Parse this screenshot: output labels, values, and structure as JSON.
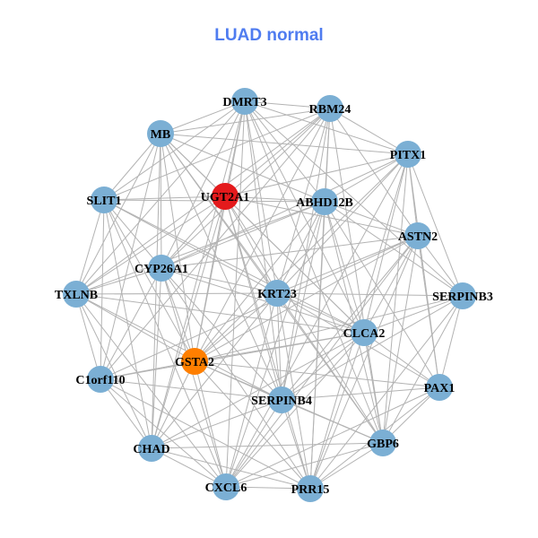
{
  "title": "LUAD normal",
  "colors": {
    "title": "#4f7cf0",
    "node": "#7bafd4",
    "highlight": "#e41a1c",
    "secondary": "#ff7f00",
    "edge": "#b3b3b3"
  },
  "nodes": [
    {
      "name": "DMRT3",
      "type": "node"
    },
    {
      "name": "RBM24",
      "type": "node"
    },
    {
      "name": "MB",
      "type": "node"
    },
    {
      "name": "PITX1",
      "type": "node"
    },
    {
      "name": "SLIT1",
      "type": "node"
    },
    {
      "name": "UGT2A1",
      "type": "highlight"
    },
    {
      "name": "ABHD12B",
      "type": "node"
    },
    {
      "name": "ASTN2",
      "type": "node"
    },
    {
      "name": "CYP26A1",
      "type": "node"
    },
    {
      "name": "TXLNB",
      "type": "node"
    },
    {
      "name": "KRT23",
      "type": "node"
    },
    {
      "name": "SERPINB3",
      "type": "node"
    },
    {
      "name": "CLCA2",
      "type": "node"
    },
    {
      "name": "GSTA2",
      "type": "secondary"
    },
    {
      "name": "C1orf110",
      "type": "node"
    },
    {
      "name": "PAX1",
      "type": "node"
    },
    {
      "name": "SERPINB4",
      "type": "node"
    },
    {
      "name": "CHAD",
      "type": "node"
    },
    {
      "name": "GBP6",
      "type": "node"
    },
    {
      "name": "CXCL6",
      "type": "node"
    },
    {
      "name": "PRR15",
      "type": "node"
    }
  ],
  "edges": [
    [
      "DMRT3",
      "RBM24"
    ],
    [
      "DMRT3",
      "MB"
    ],
    [
      "DMRT3",
      "PITX1"
    ],
    [
      "DMRT3",
      "SLIT1"
    ],
    [
      "DMRT3",
      "UGT2A1"
    ],
    [
      "DMRT3",
      "ABHD12B"
    ],
    [
      "DMRT3",
      "CYP26A1"
    ],
    [
      "DMRT3",
      "KRT23"
    ],
    [
      "DMRT3",
      "CLCA2"
    ],
    [
      "DMRT3",
      "GSTA2"
    ],
    [
      "DMRT3",
      "SERPINB4"
    ],
    [
      "DMRT3",
      "CHAD"
    ],
    [
      "DMRT3",
      "CXCL6"
    ],
    [
      "DMRT3",
      "GBP6"
    ],
    [
      "DMRT3",
      "TXLNB"
    ],
    [
      "DMRT3",
      "SERPINB3"
    ],
    [
      "RBM24",
      "MB"
    ],
    [
      "RBM24",
      "PITX1"
    ],
    [
      "RBM24",
      "UGT2A1"
    ],
    [
      "RBM24",
      "ABHD12B"
    ],
    [
      "RBM24",
      "ASTN2"
    ],
    [
      "RBM24",
      "CYP26A1"
    ],
    [
      "RBM24",
      "KRT23"
    ],
    [
      "RBM24",
      "GSTA2"
    ],
    [
      "RBM24",
      "C1orf110"
    ],
    [
      "RBM24",
      "SERPINB4"
    ],
    [
      "RBM24",
      "PRR15"
    ],
    [
      "RBM24",
      "GBP6"
    ],
    [
      "RBM24",
      "SLIT1"
    ],
    [
      "RBM24",
      "TXLNB"
    ],
    [
      "MB",
      "SLIT1"
    ],
    [
      "MB",
      "UGT2A1"
    ],
    [
      "MB",
      "ABHD12B"
    ],
    [
      "MB",
      "CYP26A1"
    ],
    [
      "MB",
      "TXLNB"
    ],
    [
      "MB",
      "KRT23"
    ],
    [
      "MB",
      "CLCA2"
    ],
    [
      "MB",
      "GSTA2"
    ],
    [
      "MB",
      "C1orf110"
    ],
    [
      "MB",
      "SERPINB4"
    ],
    [
      "MB",
      "CHAD"
    ],
    [
      "MB",
      "PITX1"
    ],
    [
      "MB",
      "GBP6"
    ],
    [
      "PITX1",
      "ABHD12B"
    ],
    [
      "PITX1",
      "ASTN2"
    ],
    [
      "PITX1",
      "SERPINB3"
    ],
    [
      "PITX1",
      "KRT23"
    ],
    [
      "PITX1",
      "CLCA2"
    ],
    [
      "PITX1",
      "GSTA2"
    ],
    [
      "PITX1",
      "PAX1"
    ],
    [
      "PITX1",
      "GBP6"
    ],
    [
      "PITX1",
      "UGT2A1"
    ],
    [
      "PITX1",
      "CXCL6"
    ],
    [
      "PITX1",
      "CYP26A1"
    ],
    [
      "PITX1",
      "PRR15"
    ],
    [
      "SLIT1",
      "UGT2A1"
    ],
    [
      "SLIT1",
      "CYP26A1"
    ],
    [
      "SLIT1",
      "TXLNB"
    ],
    [
      "SLIT1",
      "KRT23"
    ],
    [
      "SLIT1",
      "C1orf110"
    ],
    [
      "SLIT1",
      "GSTA2"
    ],
    [
      "SLIT1",
      "CHAD"
    ],
    [
      "SLIT1",
      "CLCA2"
    ],
    [
      "SLIT1",
      "ABHD12B"
    ],
    [
      "SLIT1",
      "CXCL6"
    ],
    [
      "UGT2A1",
      "ABHD12B"
    ],
    [
      "UGT2A1",
      "ASTN2"
    ],
    [
      "UGT2A1",
      "CYP26A1"
    ],
    [
      "UGT2A1",
      "KRT23"
    ],
    [
      "UGT2A1",
      "CLCA2"
    ],
    [
      "UGT2A1",
      "GSTA2"
    ],
    [
      "UGT2A1",
      "SERPINB4"
    ],
    [
      "UGT2A1",
      "GBP6"
    ],
    [
      "UGT2A1",
      "TXLNB"
    ],
    [
      "UGT2A1",
      "CHAD"
    ],
    [
      "UGT2A1",
      "PRR15"
    ],
    [
      "ABHD12B",
      "ASTN2"
    ],
    [
      "ABHD12B",
      "KRT23"
    ],
    [
      "ABHD12B",
      "CLCA2"
    ],
    [
      "ABHD12B",
      "SERPINB3"
    ],
    [
      "ABHD12B",
      "GSTA2"
    ],
    [
      "ABHD12B",
      "SERPINB4"
    ],
    [
      "ABHD12B",
      "PAX1"
    ],
    [
      "ABHD12B",
      "GBP6"
    ],
    [
      "ABHD12B",
      "CXCL6"
    ],
    [
      "ABHD12B",
      "PRR15"
    ],
    [
      "ABHD12B",
      "CYP26A1"
    ],
    [
      "ABHD12B",
      "TXLNB"
    ],
    [
      "ASTN2",
      "SERPINB3"
    ],
    [
      "ASTN2",
      "CLCA2"
    ],
    [
      "ASTN2",
      "KRT23"
    ],
    [
      "ASTN2",
      "PAX1"
    ],
    [
      "ASTN2",
      "GBP6"
    ],
    [
      "ASTN2",
      "GSTA2"
    ],
    [
      "ASTN2",
      "SERPINB4"
    ],
    [
      "ASTN2",
      "CXCL6"
    ],
    [
      "ASTN2",
      "PRR15"
    ],
    [
      "ASTN2",
      "CYP26A1"
    ],
    [
      "ASTN2",
      "C1orf110"
    ],
    [
      "CYP26A1",
      "TXLNB"
    ],
    [
      "CYP26A1",
      "KRT23"
    ],
    [
      "CYP26A1",
      "GSTA2"
    ],
    [
      "CYP26A1",
      "C1orf110"
    ],
    [
      "CYP26A1",
      "CHAD"
    ],
    [
      "CYP26A1",
      "CLCA2"
    ],
    [
      "CYP26A1",
      "SERPINB4"
    ],
    [
      "CYP26A1",
      "CXCL6"
    ],
    [
      "CYP26A1",
      "PRR15"
    ],
    [
      "TXLNB",
      "KRT23"
    ],
    [
      "TXLNB",
      "C1orf110"
    ],
    [
      "TXLNB",
      "GSTA2"
    ],
    [
      "TXLNB",
      "CHAD"
    ],
    [
      "TXLNB",
      "CLCA2"
    ],
    [
      "TXLNB",
      "CXCL6"
    ],
    [
      "TXLNB",
      "SERPINB4"
    ],
    [
      "KRT23",
      "SERPINB3"
    ],
    [
      "KRT23",
      "CLCA2"
    ],
    [
      "KRT23",
      "GSTA2"
    ],
    [
      "KRT23",
      "SERPINB4"
    ],
    [
      "KRT23",
      "GBP6"
    ],
    [
      "KRT23",
      "PRR15"
    ],
    [
      "KRT23",
      "CXCL6"
    ],
    [
      "KRT23",
      "PAX1"
    ],
    [
      "KRT23",
      "CHAD"
    ],
    [
      "SERPINB3",
      "CLCA2"
    ],
    [
      "SERPINB3",
      "PAX1"
    ],
    [
      "SERPINB3",
      "GBP6"
    ],
    [
      "SERPINB3",
      "SERPINB4"
    ],
    [
      "SERPINB3",
      "GSTA2"
    ],
    [
      "SERPINB3",
      "PRR15"
    ],
    [
      "CLCA2",
      "GSTA2"
    ],
    [
      "CLCA2",
      "PAX1"
    ],
    [
      "CLCA2",
      "SERPINB4"
    ],
    [
      "CLCA2",
      "GBP6"
    ],
    [
      "CLCA2",
      "PRR15"
    ],
    [
      "CLCA2",
      "CXCL6"
    ],
    [
      "CLCA2",
      "C1orf110"
    ],
    [
      "CLCA2",
      "CHAD"
    ],
    [
      "GSTA2",
      "C1orf110"
    ],
    [
      "GSTA2",
      "SERPINB4"
    ],
    [
      "GSTA2",
      "CHAD"
    ],
    [
      "GSTA2",
      "CXCL6"
    ],
    [
      "GSTA2",
      "PRR15"
    ],
    [
      "GSTA2",
      "GBP6"
    ],
    [
      "GSTA2",
      "PAX1"
    ],
    [
      "C1orf110",
      "CHAD"
    ],
    [
      "C1orf110",
      "CXCL6"
    ],
    [
      "C1orf110",
      "SERPINB4"
    ],
    [
      "C1orf110",
      "PRR15"
    ],
    [
      "PAX1",
      "GBP6"
    ],
    [
      "PAX1",
      "SERPINB4"
    ],
    [
      "PAX1",
      "PRR15"
    ],
    [
      "PAX1",
      "CXCL6"
    ],
    [
      "SERPINB4",
      "CHAD"
    ],
    [
      "SERPINB4",
      "GBP6"
    ],
    [
      "SERPINB4",
      "CXCL6"
    ],
    [
      "SERPINB4",
      "PRR15"
    ],
    [
      "CHAD",
      "CXCL6"
    ],
    [
      "CHAD",
      "PRR15"
    ],
    [
      "CHAD",
      "GBP6"
    ],
    [
      "GBP6",
      "PRR15"
    ],
    [
      "GBP6",
      "CXCL6"
    ],
    [
      "CXCL6",
      "PRR15"
    ]
  ]
}
